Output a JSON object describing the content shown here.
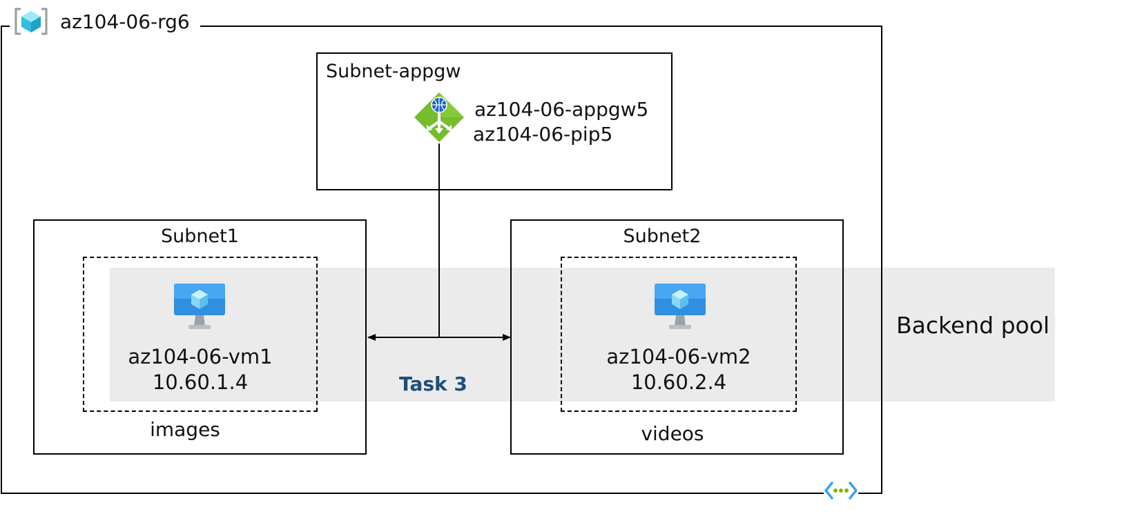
{
  "resource_group": {
    "name": "az104-06-rg6",
    "icon": "resource-group-icon"
  },
  "subnet_appgw": {
    "label": "Subnet-appgw",
    "gateway_name": "az104-06-appgw5",
    "public_ip": "az104-06-pip5",
    "icon": "application-gateway-icon"
  },
  "subnet1": {
    "label": "Subnet1",
    "vm_name": "az104-06-vm1",
    "vm_ip": "10.60.1.4",
    "path": "images",
    "icon": "virtual-machine-icon"
  },
  "subnet2": {
    "label": "Subnet2",
    "vm_name": "az104-06-vm2",
    "vm_ip": "10.60.2.4",
    "path": "videos",
    "icon": "virtual-machine-icon"
  },
  "backend_pool": {
    "label": "Backend pool"
  },
  "task": {
    "label": "Task 3"
  },
  "vnet_icon": "virtual-network-icon",
  "colors": {
    "band": "#ebebeb",
    "task_text": "#1f4e79",
    "gateway_green": "#76bc2d",
    "vm_blue": "#2f8fe0",
    "vnet_blue": "#3aa0f0",
    "vnet_green": "#7fba00"
  }
}
